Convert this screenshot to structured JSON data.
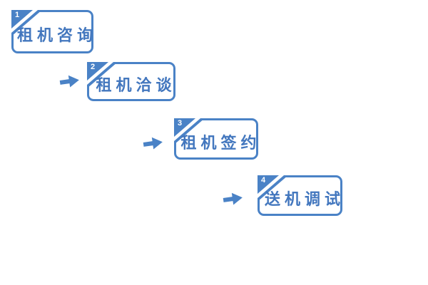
{
  "colors": {
    "primary_blue": "#4A82C6",
    "label_blue": "#4377BE",
    "badge_number_white": "#FFFFFF",
    "background": "#FFFFFF"
  },
  "flow": {
    "steps": [
      {
        "num": "1",
        "label": "租机咨询"
      },
      {
        "num": "2",
        "label": "租机洽谈"
      },
      {
        "num": "3",
        "label": "租机签约"
      },
      {
        "num": "4",
        "label": "送机调试"
      }
    ],
    "arrow_glyph": "➜"
  }
}
